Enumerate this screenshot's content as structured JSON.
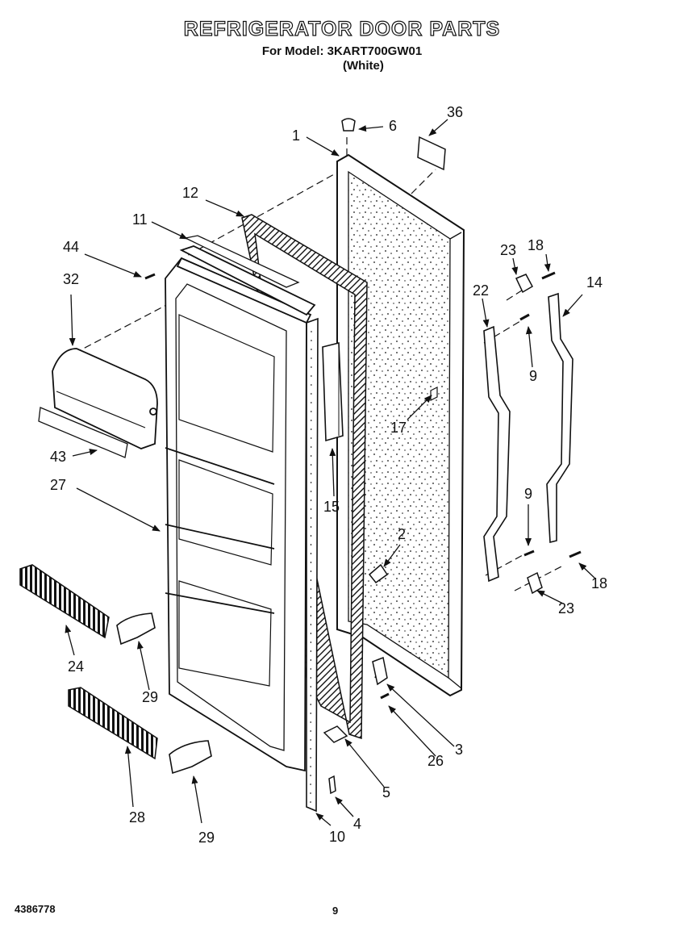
{
  "title": "REFRIGERATOR DOOR PARTS",
  "model_line": "For Model: 3KART700GW01",
  "color_line": "(White)",
  "doc_number": "4386778",
  "page_number": "9",
  "callouts": [
    "1",
    "6",
    "36",
    "12",
    "11",
    "44",
    "32",
    "23",
    "18",
    "14",
    "22",
    "9",
    "17",
    "43",
    "27",
    "15",
    "2",
    "9",
    "18",
    "23",
    "24",
    "29",
    "3",
    "26",
    "5",
    "28",
    "29",
    "4",
    "10"
  ],
  "colors": {
    "ink": "#111111",
    "paper": "#ffffff"
  }
}
